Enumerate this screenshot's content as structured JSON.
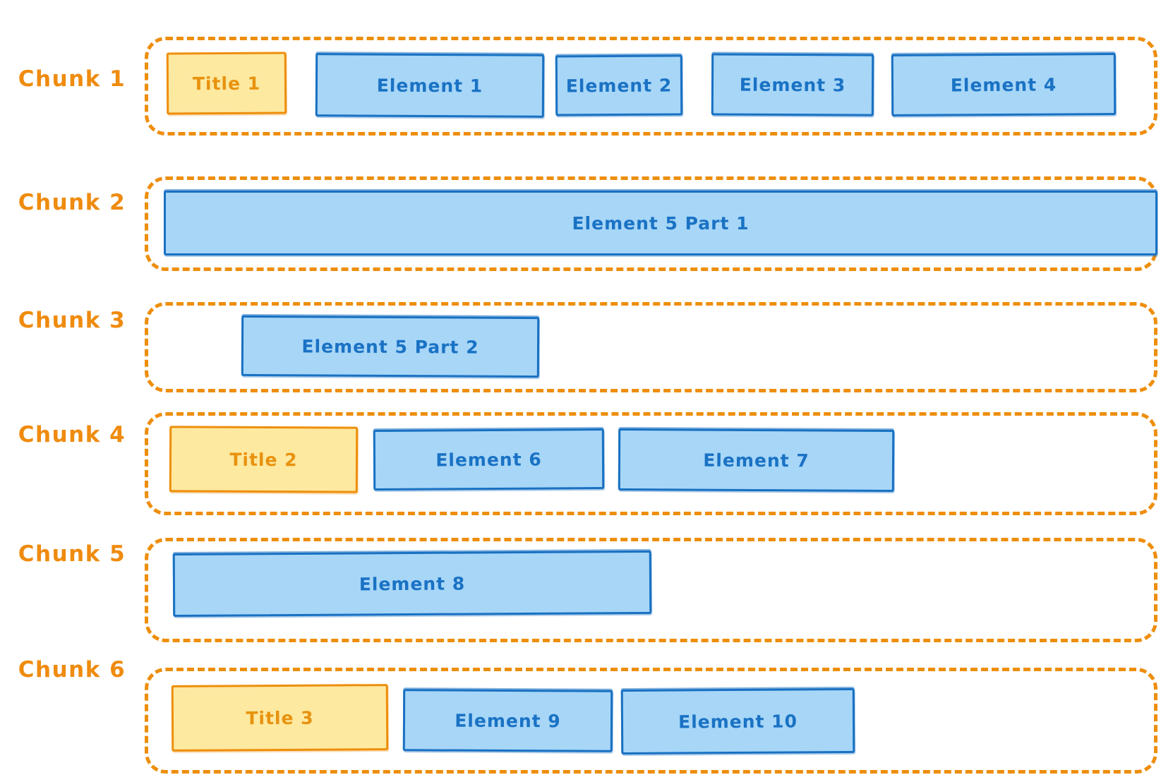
{
  "diagram": {
    "description": "Hand-drawn style chunking diagram: six dashed chunks containing title and element blocks"
  },
  "colors": {
    "background": "#ffffff",
    "chunk_dash_orange": "#ee8e0c",
    "chunk_label_orange": "#ef8b0e",
    "title_fill_yellow": "#fde9a0",
    "title_stroke_orange": "#ee8e0c",
    "title_text_orange": "#e8920e",
    "element_fill_blue": "#a7d6f7",
    "element_stroke_blue": "#1971c2",
    "element_text_blue": "#1a72c4"
  },
  "chunks": [
    {
      "label": "Chunk 1",
      "boxes": [
        {
          "text": "Title 1",
          "kind": "title"
        },
        {
          "text": "Element 1",
          "kind": "element"
        },
        {
          "text": "Element 2",
          "kind": "element"
        },
        {
          "text": "Element 3",
          "kind": "element"
        },
        {
          "text": "Element 4",
          "kind": "element"
        }
      ]
    },
    {
      "label": "Chunk 2",
      "boxes": [
        {
          "text": "Element 5 Part 1",
          "kind": "element"
        }
      ]
    },
    {
      "label": "Chunk 3",
      "boxes": [
        {
          "text": "Element 5 Part 2",
          "kind": "element"
        }
      ]
    },
    {
      "label": "Chunk 4",
      "boxes": [
        {
          "text": "Title 2",
          "kind": "title"
        },
        {
          "text": "Element 6",
          "kind": "element"
        },
        {
          "text": "Element 7",
          "kind": "element"
        }
      ]
    },
    {
      "label": "Chunk 5",
      "boxes": [
        {
          "text": "Element 8",
          "kind": "element"
        }
      ]
    },
    {
      "label": "Chunk 6",
      "boxes": [
        {
          "text": "Title 3",
          "kind": "title"
        },
        {
          "text": "Element 9",
          "kind": "element"
        },
        {
          "text": "Element 10",
          "kind": "element"
        }
      ]
    }
  ]
}
